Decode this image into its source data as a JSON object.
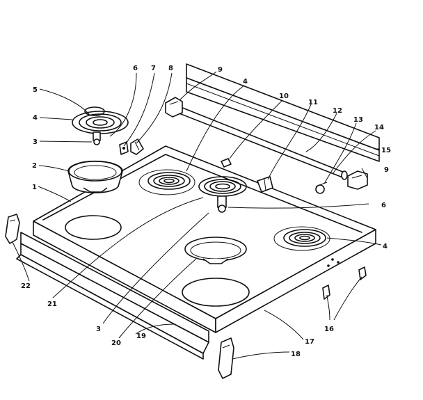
{
  "callouts": [
    {
      "id": "c5",
      "text": "5"
    },
    {
      "id": "c4a",
      "text": "4"
    },
    {
      "id": "c3a",
      "text": "3"
    },
    {
      "id": "c6a",
      "text": "6"
    },
    {
      "id": "c7",
      "text": "7"
    },
    {
      "id": "c8",
      "text": "8"
    },
    {
      "id": "c9a",
      "text": "9"
    },
    {
      "id": "c4b",
      "text": "4"
    },
    {
      "id": "c10",
      "text": "10"
    },
    {
      "id": "c11",
      "text": "11"
    },
    {
      "id": "c12",
      "text": "12"
    },
    {
      "id": "c13",
      "text": "13"
    },
    {
      "id": "c14",
      "text": "14"
    },
    {
      "id": "c15",
      "text": "15"
    },
    {
      "id": "c9b",
      "text": "9"
    },
    {
      "id": "c2",
      "text": "2"
    },
    {
      "id": "c1",
      "text": "1"
    },
    {
      "id": "c6b",
      "text": "6"
    },
    {
      "id": "c4c",
      "text": "4"
    },
    {
      "id": "c22",
      "text": "22"
    },
    {
      "id": "c21",
      "text": "21"
    },
    {
      "id": "c3b",
      "text": "3"
    },
    {
      "id": "c20",
      "text": "20"
    },
    {
      "id": "c19",
      "text": "19"
    },
    {
      "id": "c17",
      "text": "17"
    },
    {
      "id": "c16",
      "text": "16"
    },
    {
      "id": "c18",
      "text": "18"
    }
  ]
}
